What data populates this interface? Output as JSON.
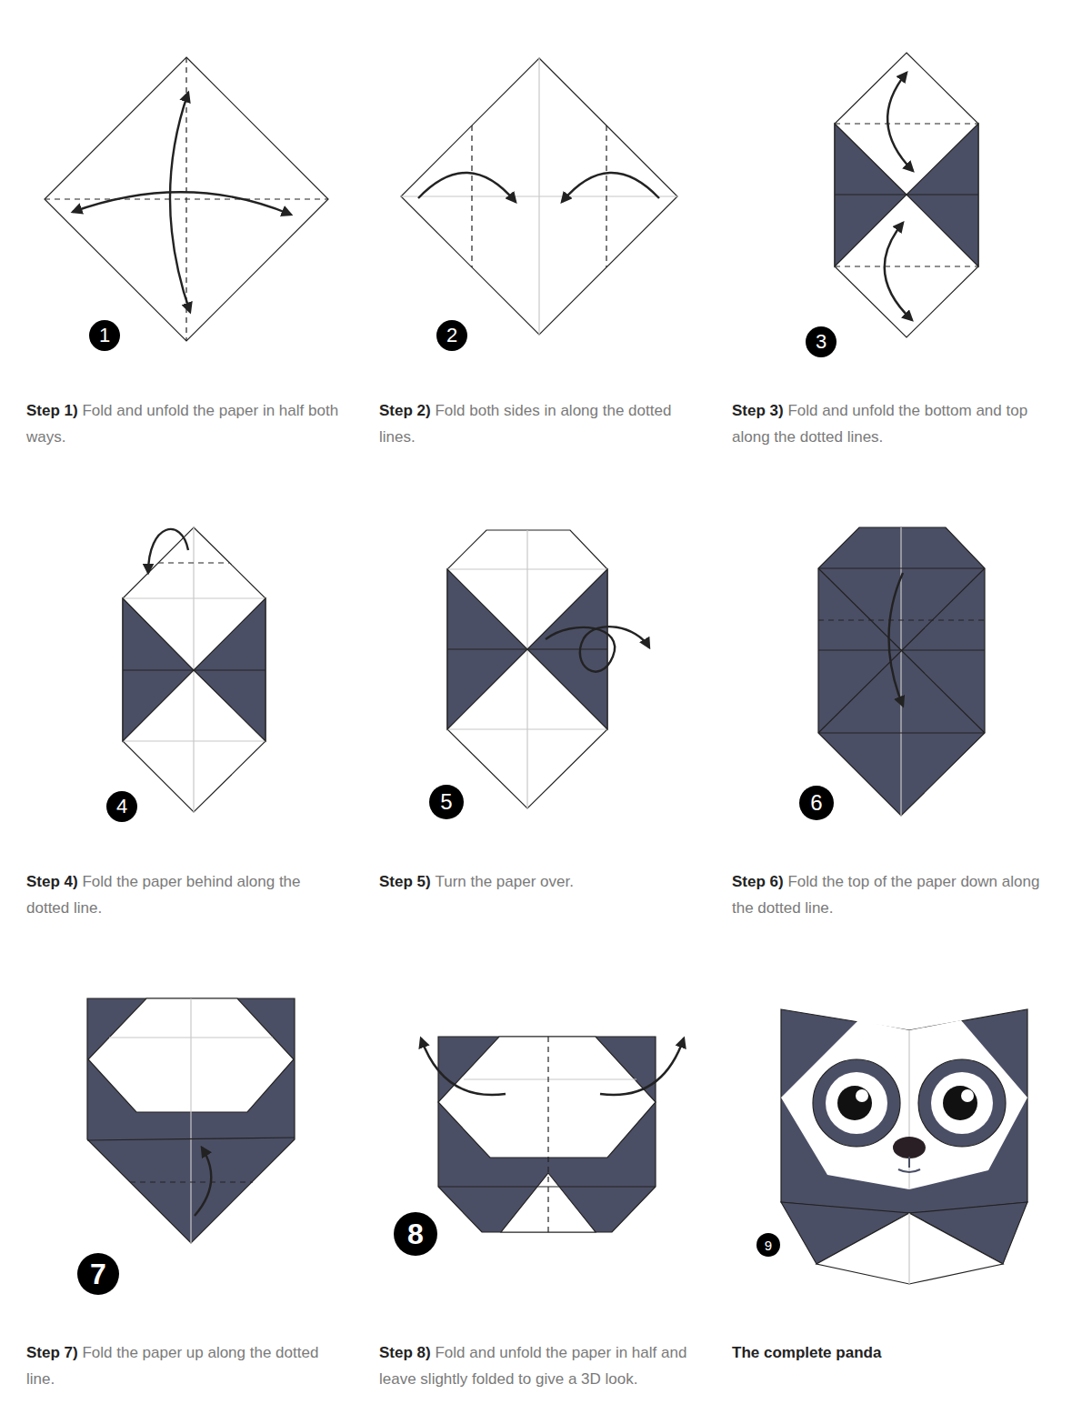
{
  "diagram": {
    "nodes": [
      {
        "text": [
          "1"
        ]
      },
      {
        "text": [
          "2"
        ]
      },
      {
        "text": [
          "3"
        ]
      },
      {
        "text": [
          "4"
        ]
      },
      {
        "text": [
          "5"
        ]
      },
      {
        "text": [
          "6"
        ]
      },
      {
        "text": [
          "7"
        ]
      },
      {
        "text": [
          "8"
        ]
      },
      {
        "text": [
          "9"
        ]
      }
    ],
    "labels": [
      "Step 1)",
      "Fold and unfold the paper in half both ways.",
      "Step 2)",
      "Fold both sides in along the dotted lines.",
      "Step 3)",
      "Fold and unfold the bottom and top along the dotted lines.",
      "Step 4)",
      "Fold the paper behind along the dotted line.",
      "Step 5)",
      "Turn the paper over.",
      "Step 6)",
      "Fold the top of the paper down along the dotted line.",
      "Step 7)",
      "Fold the paper up along the dotted line.",
      "Step 8)",
      "Fold and unfold the paper in half and leave slightly folded to give a 3D look.",
      "The complete panda"
    ]
  }
}
